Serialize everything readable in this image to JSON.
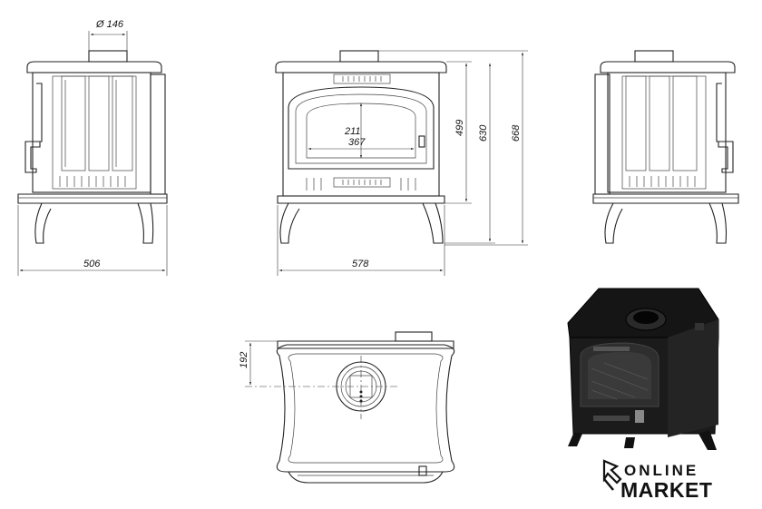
{
  "dimensions": {
    "flue_diameter": "Ø 146",
    "side_depth": "506",
    "front_width": "578",
    "firebox_height": "211",
    "firebox_width": "367",
    "h1": "499",
    "h2": "630",
    "h3": "668",
    "flue_offset": "192"
  },
  "brand": {
    "line1": "ONLINE",
    "line2": "MARKET"
  }
}
